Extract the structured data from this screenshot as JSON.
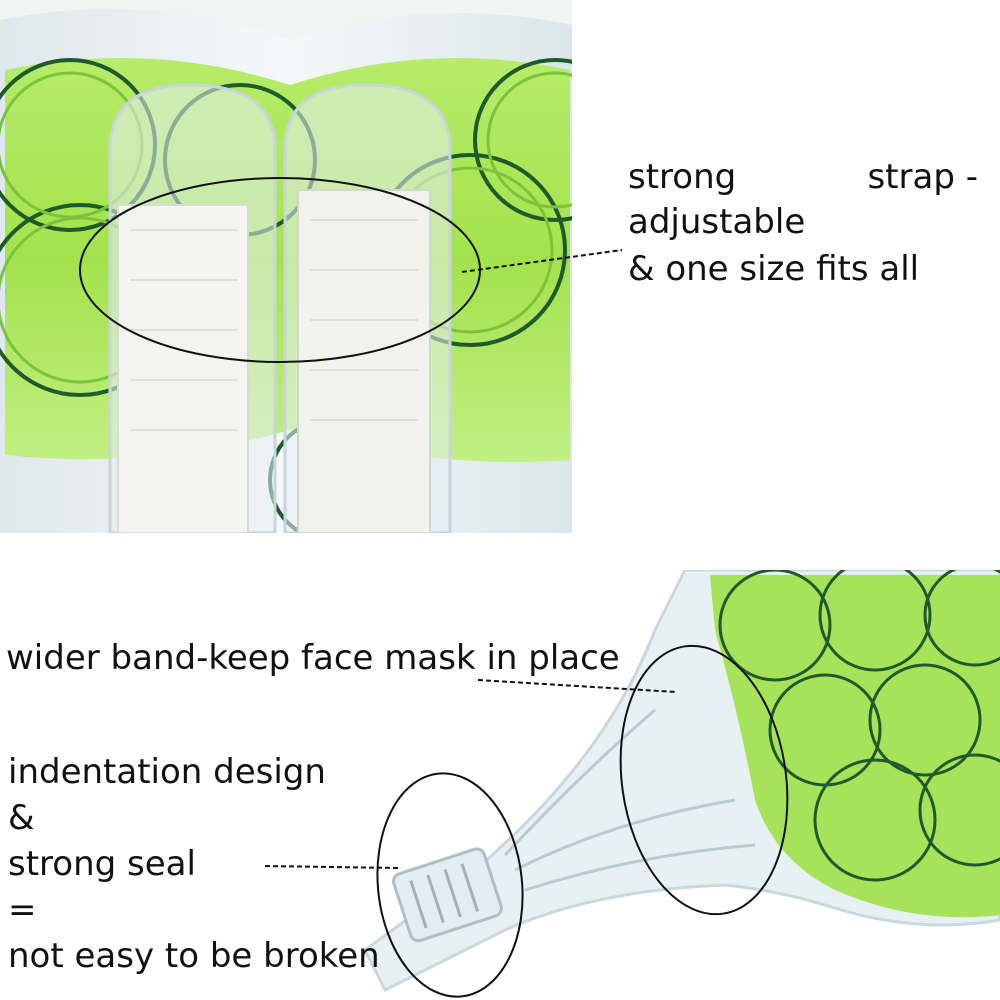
{
  "captions": {
    "strap": {
      "line1_word1": "strong",
      "line1_word2": "strap -",
      "line2": "adjustable",
      "line3": "& one size fits all"
    },
    "band": "wider band-keep face mask in place",
    "indentation": {
      "line1": "indentation design",
      "line2": "&",
      "line3": "strong seal",
      "line4": "=",
      "line5": "not easy to be broken"
    }
  },
  "colors": {
    "gel_green": "#9be04a",
    "gel_light": "#c8f08a",
    "slice_ring": "#1f5a2a",
    "plastic": "#e6eef2",
    "velcro": "#f3f4ef",
    "annotation": "#111111"
  }
}
